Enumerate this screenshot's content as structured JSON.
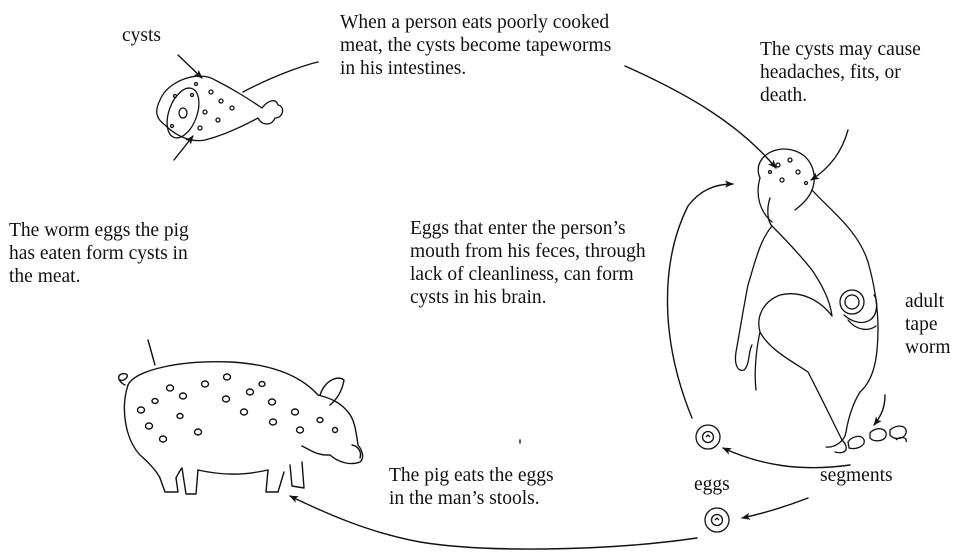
{
  "labels": {
    "cysts": "cysts",
    "meat_caption": "When a person eats poorly cooked\nmeat, the cysts become tapeworms\nin his intestines.",
    "brain_effects": "The cysts may cause\nheadaches, fits, or\ndeath.",
    "pig_caption": "The worm eggs the pig\nhas eaten form cysts in\nthe meat.",
    "self_infection": "Eggs that enter the person’s\nmouth from his feces, through\nlack of cleanliness, can form\ncysts in his brain.",
    "adult_worm": "adult\ntape\nworm",
    "segments": "segments",
    "eggs": "eggs",
    "pig_eats": "The pig eats the eggs\nin the man’s stools."
  },
  "colors": {
    "ink": "#111111",
    "background": "#ffffff"
  }
}
